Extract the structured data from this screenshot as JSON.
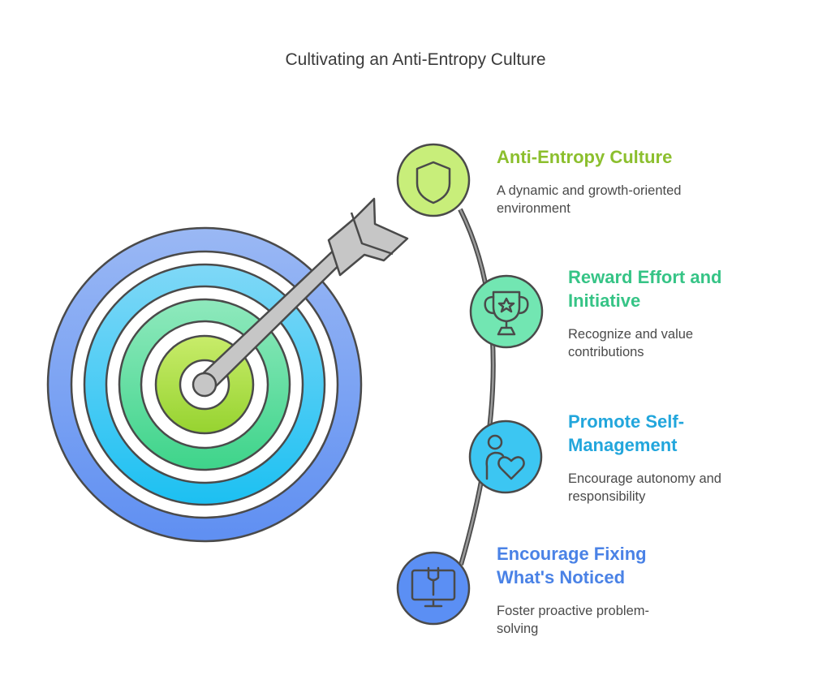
{
  "title": "Cultivating an Anti-Entropy Culture",
  "colors": {
    "stroke": "#4a4a4a",
    "arrow": "#c6c6c6",
    "ring_outer": "#7aa7f7",
    "ring_mid": "#3fc3ec",
    "ring_inner": "#4fd89a",
    "bullseye": "#a6d83f"
  },
  "steps": [
    {
      "title_lines": [
        "Anti-Entropy Culture"
      ],
      "desc_lines": [
        "A dynamic and growth-oriented",
        "environment"
      ],
      "icon": "shield-icon",
      "color": "#8cbf2e",
      "fill": "#c8ee7a"
    },
    {
      "title_lines": [
        "Reward Effort and",
        "Initiative"
      ],
      "desc_lines": [
        "Recognize and value",
        "contributions"
      ],
      "icon": "trophy-star-icon",
      "color": "#36c486",
      "fill": "#72e6b2"
    },
    {
      "title_lines": [
        "Promote Self-",
        "Management"
      ],
      "desc_lines": [
        "Encourage autonomy and",
        "responsibility"
      ],
      "icon": "person-heart-icon",
      "color": "#22a6dc",
      "fill": "#3cc6f2"
    },
    {
      "title_lines": [
        "Encourage Fixing",
        "What's Noticed"
      ],
      "desc_lines": [
        "Foster proactive problem-",
        "solving"
      ],
      "icon": "monitor-wrench-icon",
      "color": "#4a82e6",
      "fill": "#5b8ff4"
    }
  ]
}
